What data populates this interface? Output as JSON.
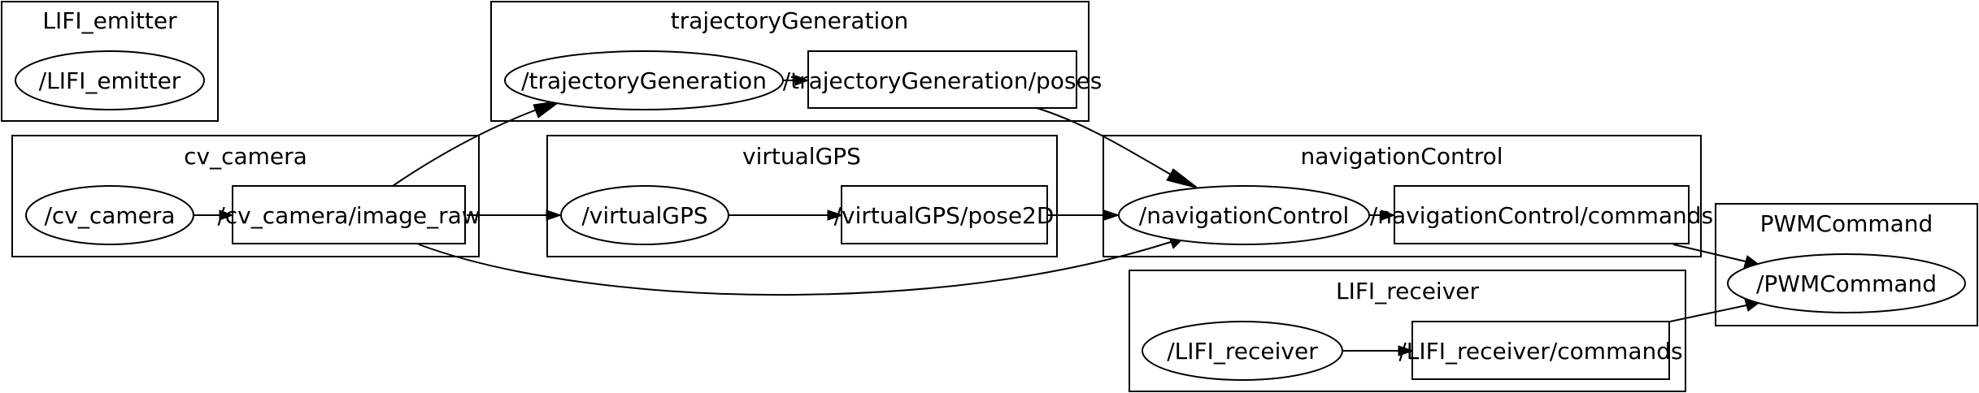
{
  "clusters": [
    {
      "id": "LIFI_emitter",
      "title": "LIFI_emitter"
    },
    {
      "id": "trajectoryGeneration",
      "title": "trajectoryGeneration"
    },
    {
      "id": "cv_camera",
      "title": "cv_camera"
    },
    {
      "id": "virtualGPS",
      "title": "virtualGPS"
    },
    {
      "id": "navigationControl",
      "title": "navigationControl"
    },
    {
      "id": "PWMCommand",
      "title": "PWMCommand"
    },
    {
      "id": "LIFI_receiver",
      "title": "LIFI_receiver"
    }
  ],
  "nodes": [
    {
      "id": "lifi_emitter_node",
      "shape": "ellipse",
      "label": "/LIFI_emitter"
    },
    {
      "id": "traj_node",
      "shape": "ellipse",
      "label": "/trajectoryGeneration"
    },
    {
      "id": "traj_poses_topic",
      "shape": "box",
      "label": "/trajectoryGeneration/poses"
    },
    {
      "id": "cv_camera_node",
      "shape": "ellipse",
      "label": "/cv_camera"
    },
    {
      "id": "image_raw_topic",
      "shape": "box",
      "label": "/cv_camera/image_raw"
    },
    {
      "id": "vgps_node",
      "shape": "ellipse",
      "label": "/virtualGPS"
    },
    {
      "id": "pose2d_topic",
      "shape": "box",
      "label": "/virtualGPS/pose2D"
    },
    {
      "id": "nav_node",
      "shape": "ellipse",
      "label": "/navigationControl"
    },
    {
      "id": "nav_commands_topic",
      "shape": "box",
      "label": "/navigationControl/commands"
    },
    {
      "id": "pwm_node",
      "shape": "ellipse",
      "label": "/PWMCommand"
    },
    {
      "id": "lifi_receiver_node",
      "shape": "ellipse",
      "label": "/LIFI_receiver"
    },
    {
      "id": "lifi_commands_topic",
      "shape": "box",
      "label": "/LIFI_receiver/commands"
    }
  ],
  "edges": [
    {
      "from": "traj_node",
      "to": "traj_poses_topic"
    },
    {
      "from": "traj_poses_topic",
      "to": "nav_node"
    },
    {
      "from": "cv_camera_node",
      "to": "image_raw_topic"
    },
    {
      "from": "image_raw_topic",
      "to": "traj_node"
    },
    {
      "from": "image_raw_topic",
      "to": "vgps_node"
    },
    {
      "from": "image_raw_topic",
      "to": "nav_node"
    },
    {
      "from": "vgps_node",
      "to": "pose2d_topic"
    },
    {
      "from": "pose2d_topic",
      "to": "nav_node"
    },
    {
      "from": "nav_node",
      "to": "nav_commands_topic"
    },
    {
      "from": "nav_commands_topic",
      "to": "pwm_node"
    },
    {
      "from": "lifi_receiver_node",
      "to": "lifi_commands_topic"
    },
    {
      "from": "lifi_commands_topic",
      "to": "pwm_node"
    }
  ]
}
